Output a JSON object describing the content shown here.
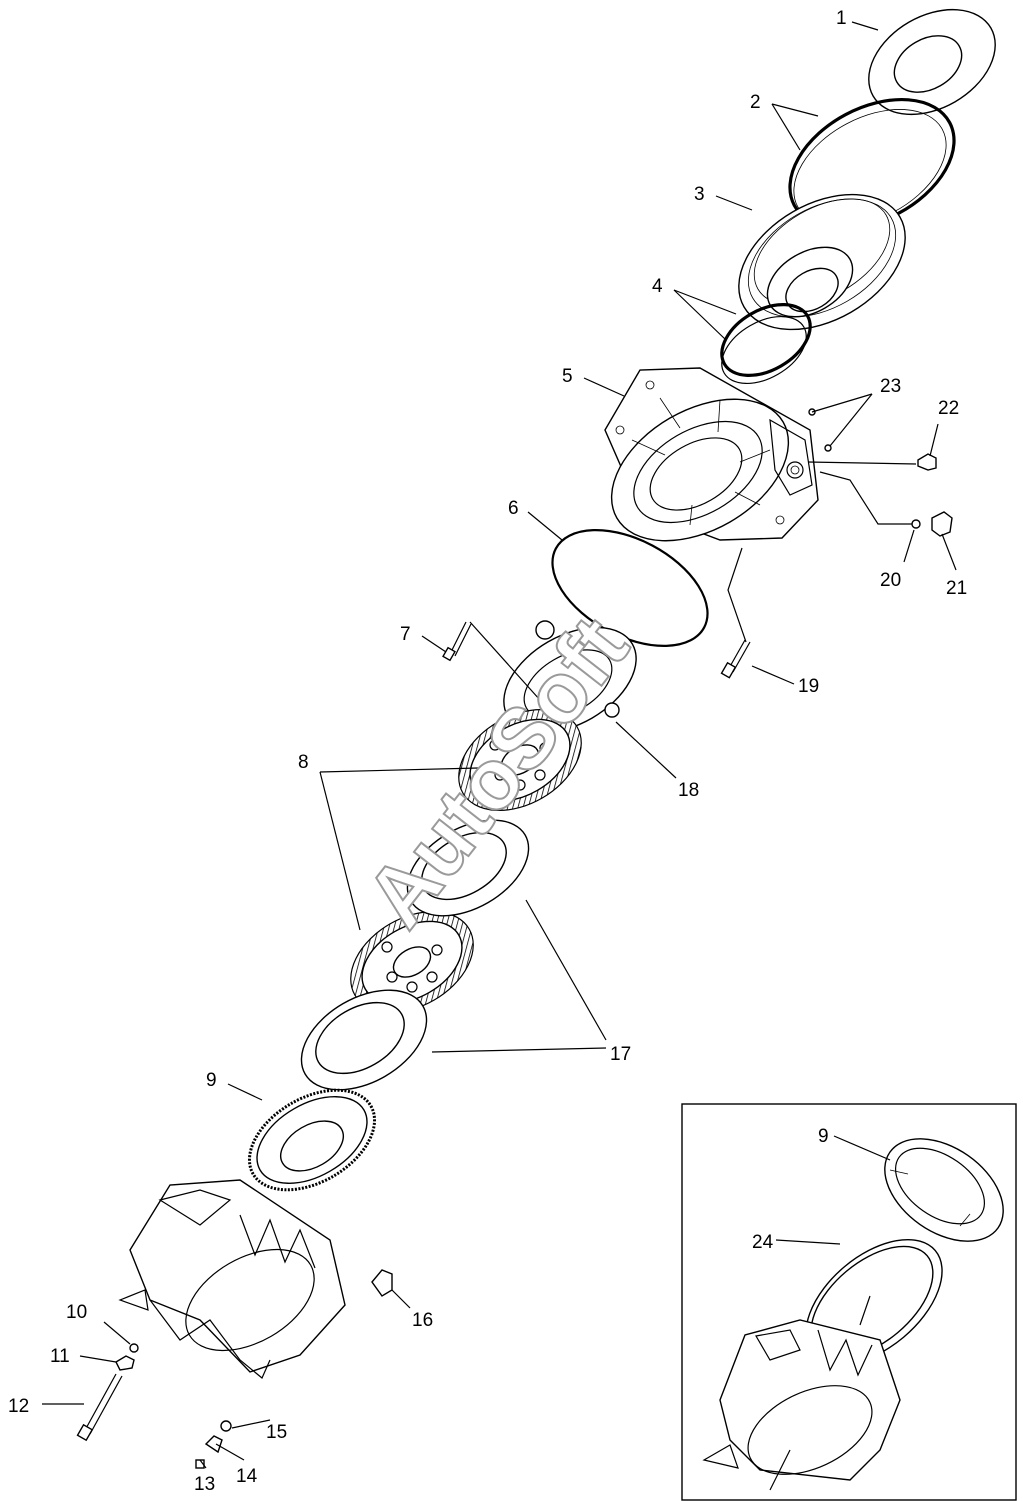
{
  "watermark": "AutoSoft",
  "labels": {
    "l1": "1",
    "l2": "2",
    "l3": "3",
    "l4": "4",
    "l5": "5",
    "l6": "6",
    "l7": "7",
    "l8": "8",
    "l9": "9",
    "l10": "10",
    "l11": "11",
    "l12": "12",
    "l13": "13",
    "l14": "14",
    "l15": "15",
    "l16": "16",
    "l17": "17",
    "l18": "18",
    "l19": "19",
    "l20": "20",
    "l21": "21",
    "l22": "22",
    "l23": "23"
  },
  "inset": {
    "l9": "9",
    "l24": "24"
  }
}
